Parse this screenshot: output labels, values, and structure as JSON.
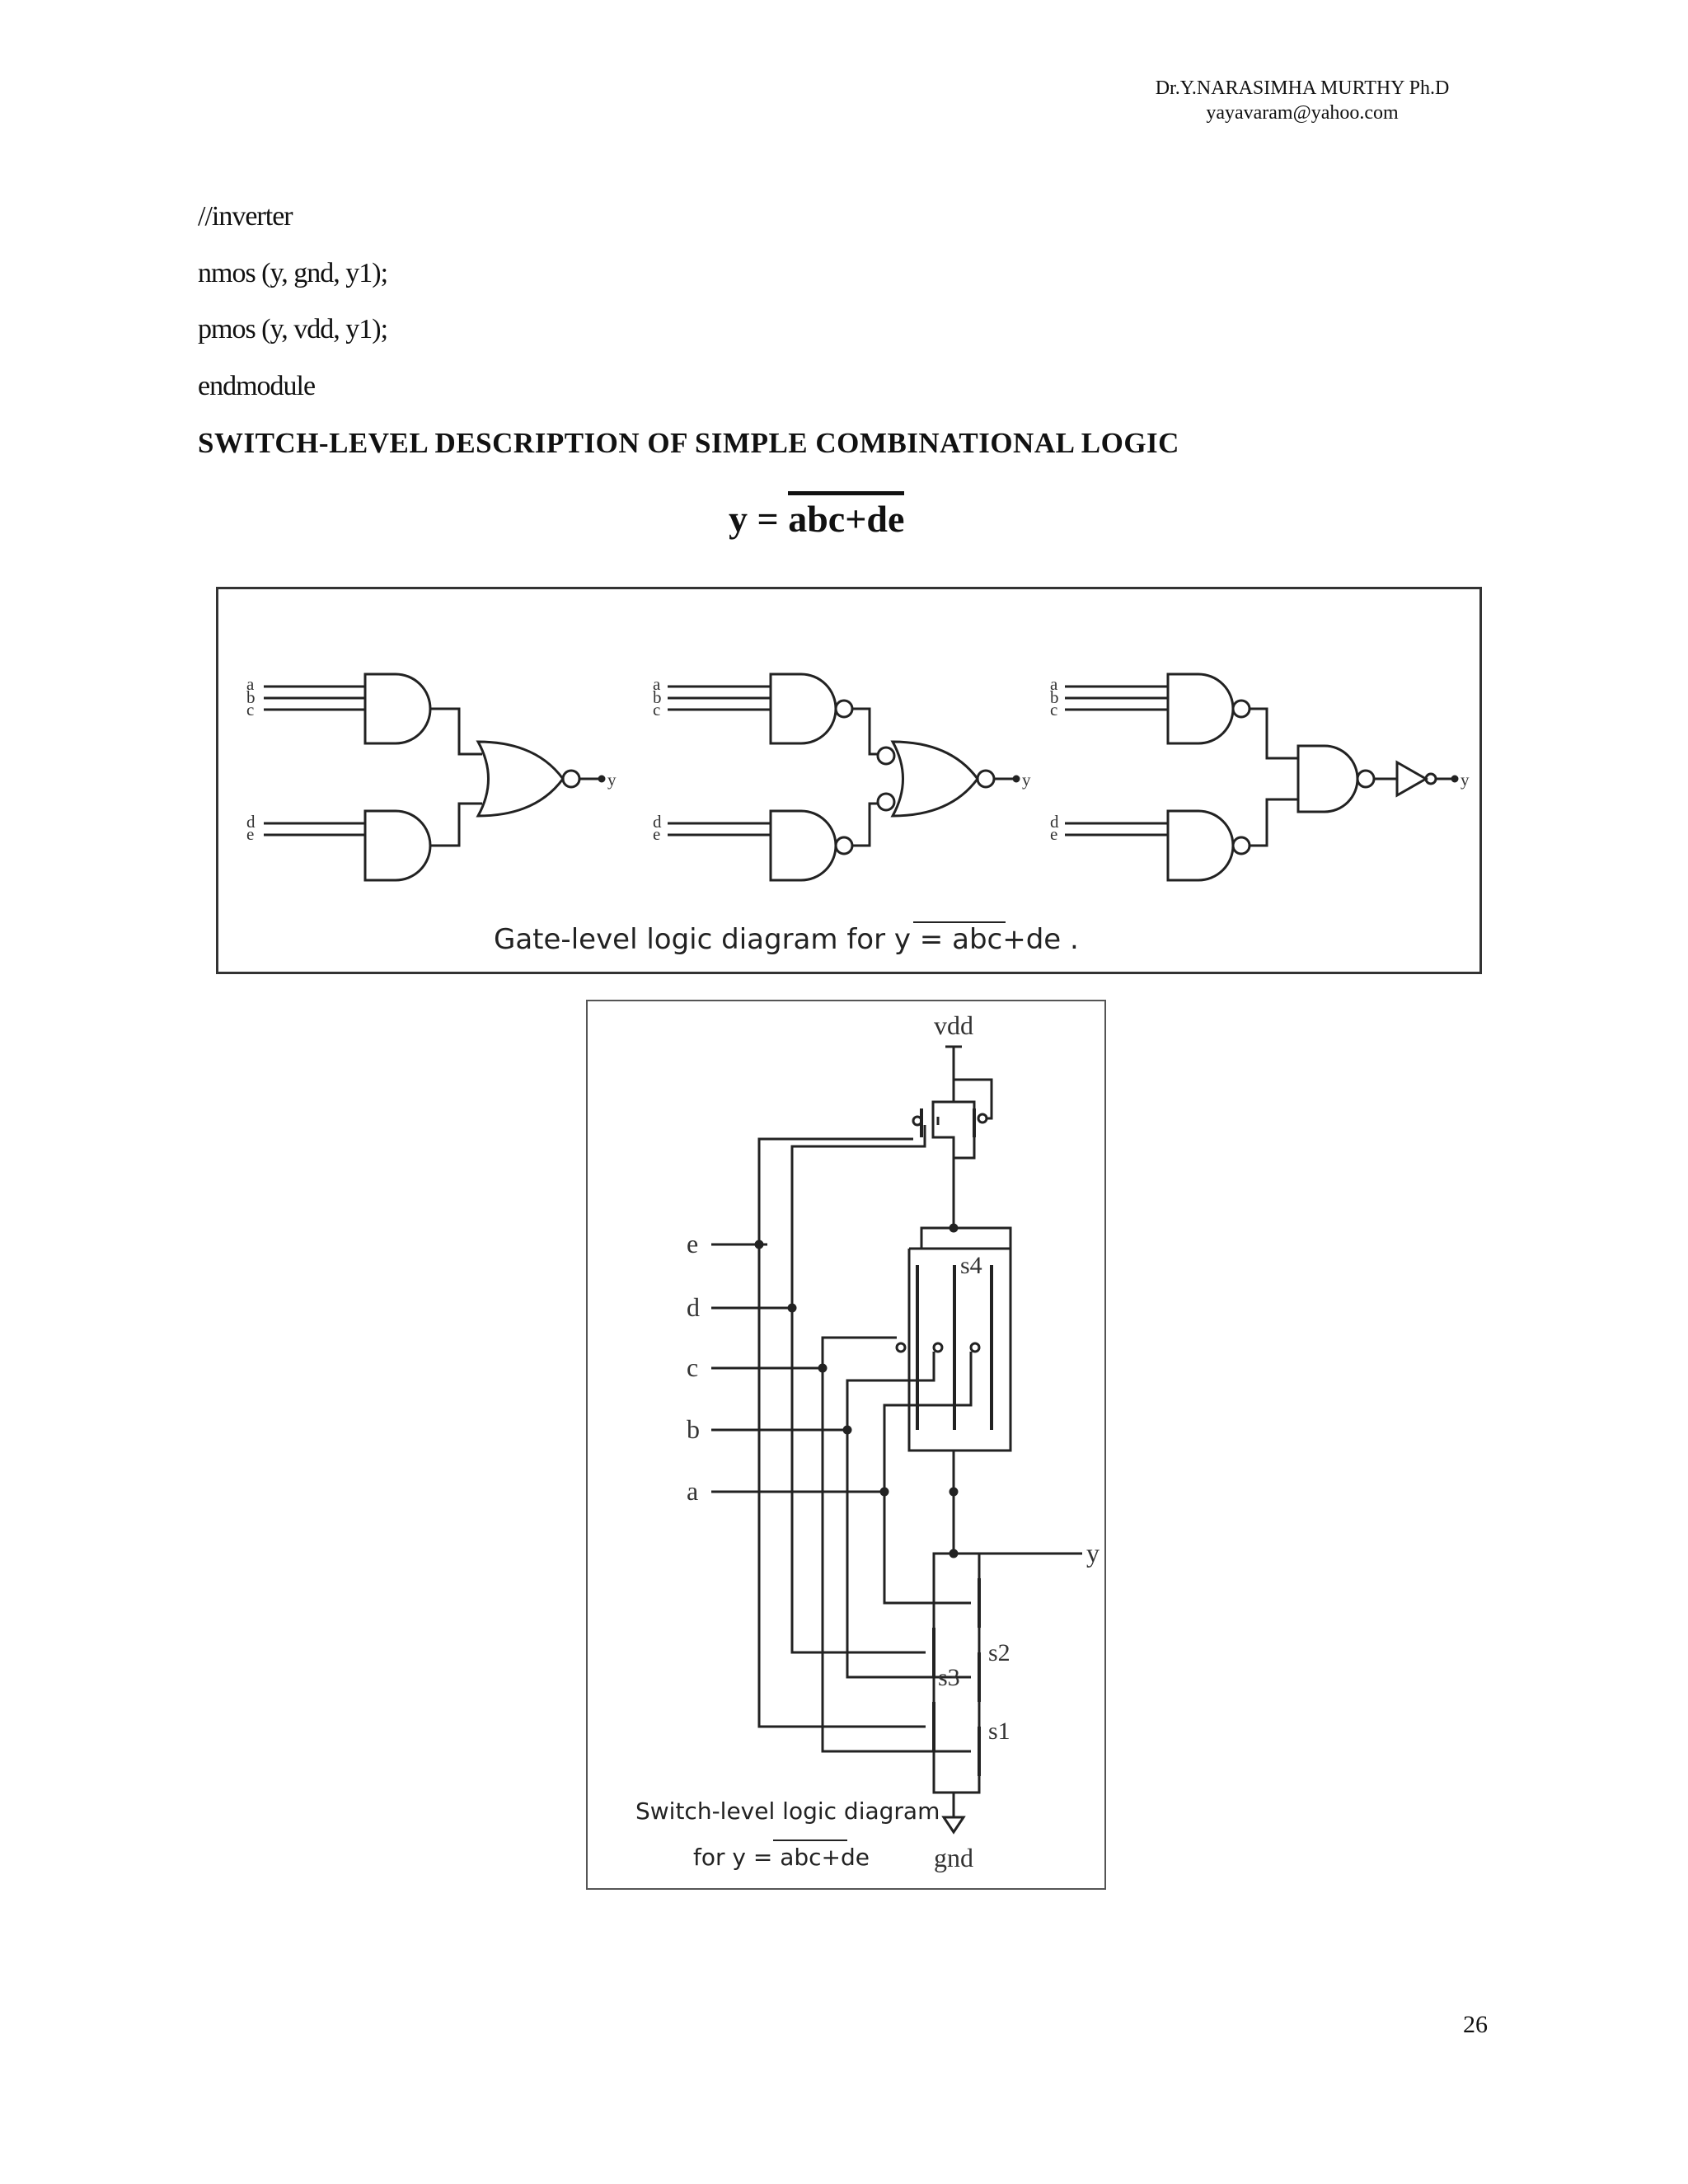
{
  "header": {
    "name": "Dr.Y.NARASIMHA MURTHY Ph.D",
    "email": "yayavaram@yahoo.com"
  },
  "code_lines": [
    "//inverter",
    "nmos  (y, gnd,  y1);",
    "pmos  (y, vdd,  y1);",
    "endmodule"
  ],
  "section_heading": "SWITCH-LEVEL  DESCRIPTION  OF SIMPLE COMBINATIONAL  LOGIC",
  "formula": {
    "lhs": "y = ",
    "rhs": "abc+de"
  },
  "gate_figure": {
    "inputs": [
      "a",
      "b",
      "c",
      "d",
      "e"
    ],
    "output": "y",
    "caption_prefix": "Gate-level logic diagram for  y = ",
    "caption_expr": "abc+de",
    "caption_suffix": " ."
  },
  "switch_figure": {
    "vdd": "vdd",
    "gnd": "gnd",
    "inputs": [
      "e",
      "d",
      "c",
      "b",
      "a"
    ],
    "output": "y",
    "nodes": [
      "s4",
      "s2",
      "s3",
      "s1"
    ],
    "caption_line1": "Switch-level logic diagram",
    "caption_line2_prefix": "for  y = ",
    "caption_line2_expr": "abc+de"
  },
  "page_number": "26"
}
